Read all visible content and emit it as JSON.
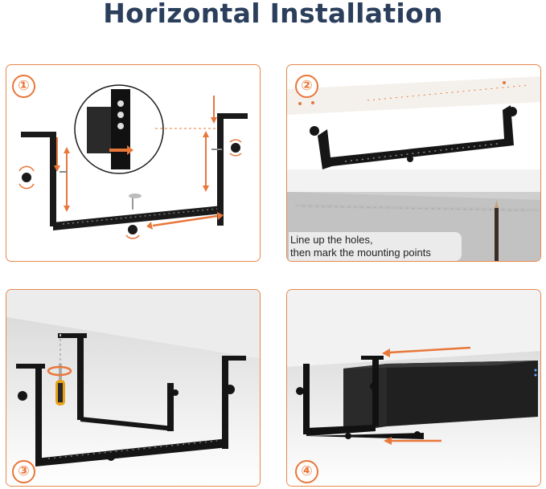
{
  "title": "Horizontal Installation",
  "steps": [
    {
      "number": "①"
    },
    {
      "number": "②",
      "caption_line1": "Line up the holes,",
      "caption_line2": "then mark the mounting points"
    },
    {
      "number": "③"
    },
    {
      "number": "④"
    }
  ],
  "colors": {
    "accent": "#e8773a",
    "title": "#2b3f5c",
    "bracket": "#1a1a1a",
    "desk": "#f4f4f4"
  },
  "icons": [
    "bracket",
    "knob",
    "screw",
    "screwdriver",
    "pencil",
    "drawer-box",
    "arrow"
  ]
}
